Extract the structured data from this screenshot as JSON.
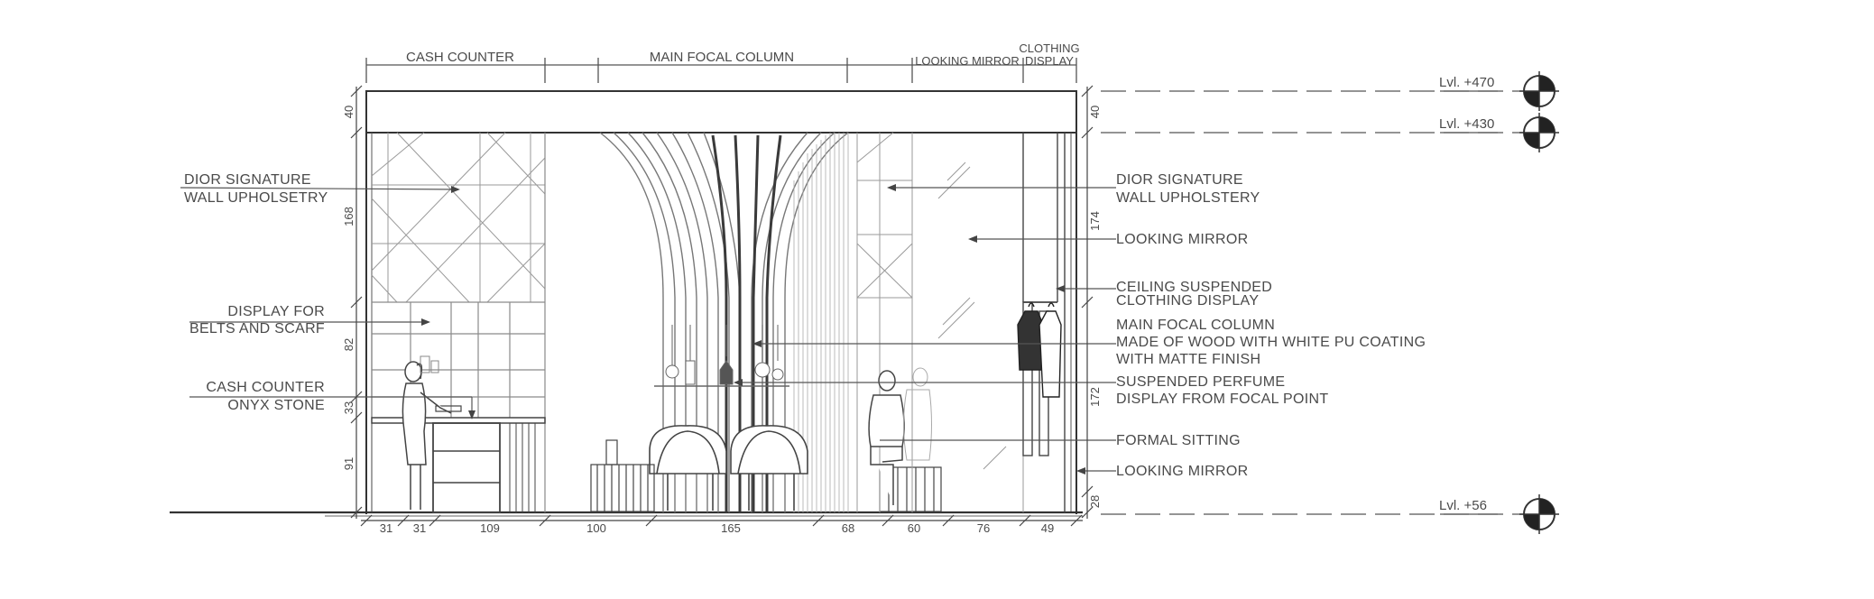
{
  "zones": {
    "cash_counter": "CASH COUNTER",
    "main_focal_column": "MAIN FOCAL COLUMN",
    "looking_mirror": "LOOKING MIRROR",
    "clothing_display_1": "CLOTHING",
    "clothing_display_2": "DISPLAY"
  },
  "levels": {
    "top": "Lvl. +470",
    "ceiling": "Lvl. +430",
    "floor": "Lvl. +56"
  },
  "left_labels": {
    "wall_1": "DIOR SIGNATURE",
    "wall_2": "WALL UPHOLSETRY",
    "belts_1": "DISPLAY FOR",
    "belts_2": "BELTS AND SCARF",
    "counter_1": "CASH COUNTER",
    "counter_2": "ONYX STONE"
  },
  "right_labels": {
    "wall_1": "DIOR SIGNATURE",
    "wall_2": "WALL UPHOLSTERY",
    "mirror": "LOOKING MIRROR",
    "ceiling_1": "CEILING SUSPENDED",
    "ceiling_2": "CLOTHING DISPLAY",
    "column_1": "MAIN FOCAL COLUMN",
    "column_2": "MADE OF WOOD WITH WHITE PU COATING",
    "column_3": "WITH MATTE FINISH",
    "perfume_1": "SUSPENDED PERFUME",
    "perfume_2": "DISPLAY FROM FOCAL POINT",
    "sitting": "FORMAL SITTING",
    "mirror_low": "LOOKING MIRROR"
  },
  "dims_left": [
    "40",
    "168",
    "82",
    "33",
    "91"
  ],
  "dims_right": [
    "40",
    "174",
    "172",
    "28"
  ],
  "dims_bottom": [
    "31",
    "31",
    "109",
    "100",
    "165",
    "68",
    "60",
    "76",
    "49"
  ]
}
